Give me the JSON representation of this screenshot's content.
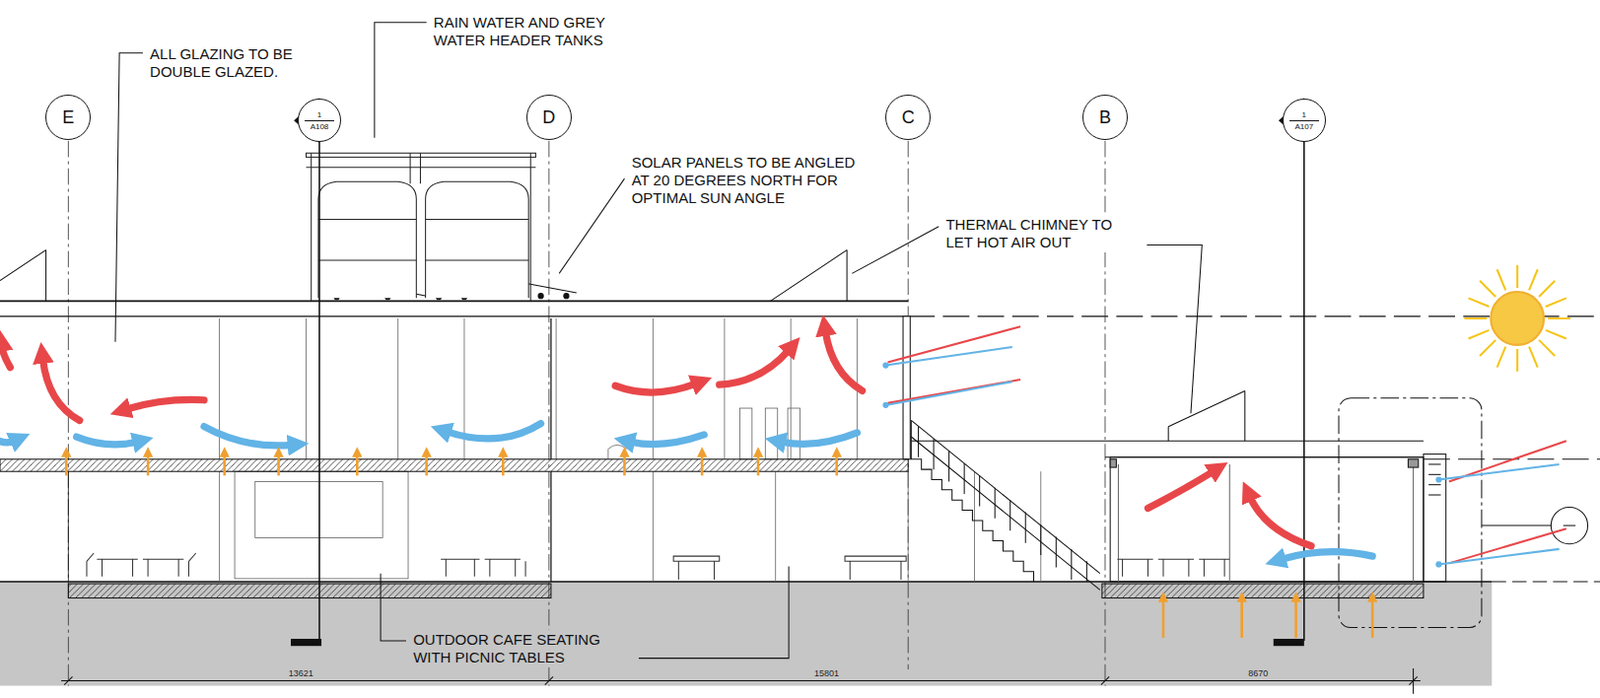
{
  "diagram": {
    "nodes": [
      {
        "text": [
          "E"
        ]
      },
      {
        "text": [
          "1",
          "A108"
        ]
      },
      {
        "text": [
          "D"
        ]
      },
      {
        "text": [
          "C"
        ]
      },
      {
        "text": [
          "B"
        ]
      },
      {
        "text": [
          "1",
          "A107"
        ]
      }
    ],
    "labels": [
      "RAIN WATER AND GREY WATER HEADER TANKS",
      "ALL GLAZING TO BE DOUBLE GLAZED.",
      "SOLAR PANELS TO BE ANGLED AT 20 DEGREES NORTH FOR OPTIMAL SUN ANGLE",
      "THERMAL CHIMNEY TO LET HOT AIR OUT",
      "OUTDOOR CAFE SEATING WITH PICNIC TABLES",
      "13621",
      "15801",
      "8670"
    ]
  }
}
